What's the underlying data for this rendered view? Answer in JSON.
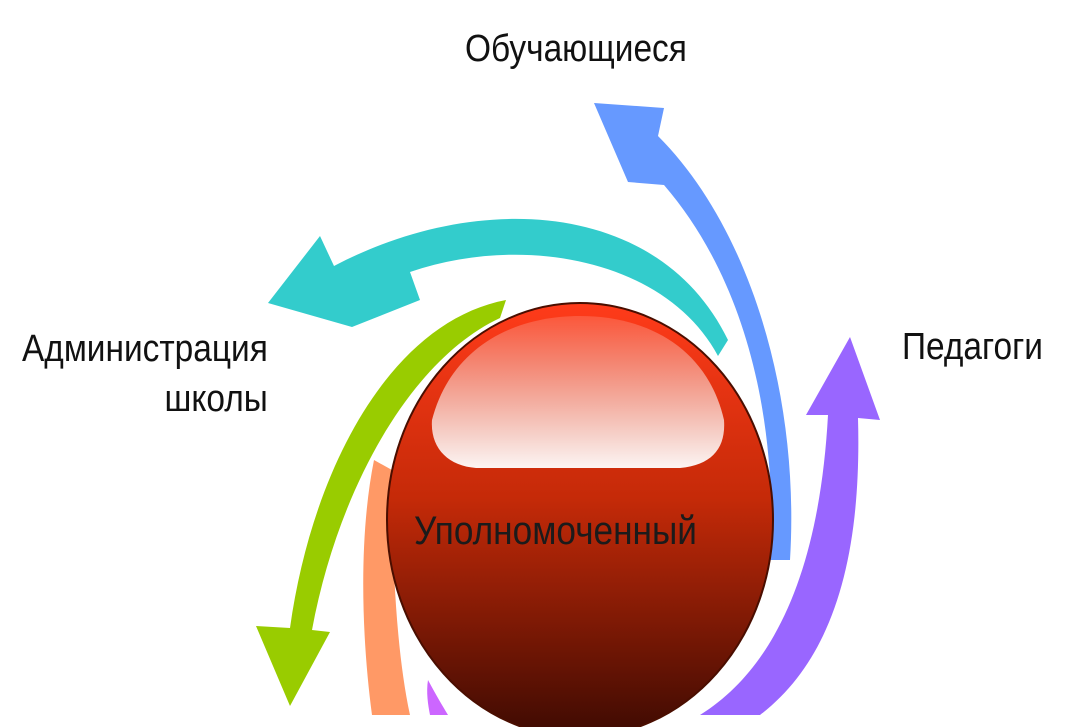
{
  "diagram": {
    "center_label": "Уполномоченный",
    "nodes": [
      {
        "label_lines": [
          "Обучающиеся"
        ],
        "arrow_color": "#6699ff"
      },
      {
        "label_lines": [
          "Администрация",
          "школы"
        ],
        "arrow_color": "#33cccc"
      },
      {
        "label_lines": [
          "Педагоги"
        ],
        "arrow_color": "#9966ff"
      }
    ],
    "other_arrow_colors": {
      "green": "#99cc00",
      "orange": "#ff9966",
      "violet": "#cc66ff"
    },
    "sphere_colors": {
      "top": "#ff3b1a",
      "middle": "#c52a08",
      "bottom": "#3d0a02",
      "outline": "#4a0e00"
    }
  }
}
